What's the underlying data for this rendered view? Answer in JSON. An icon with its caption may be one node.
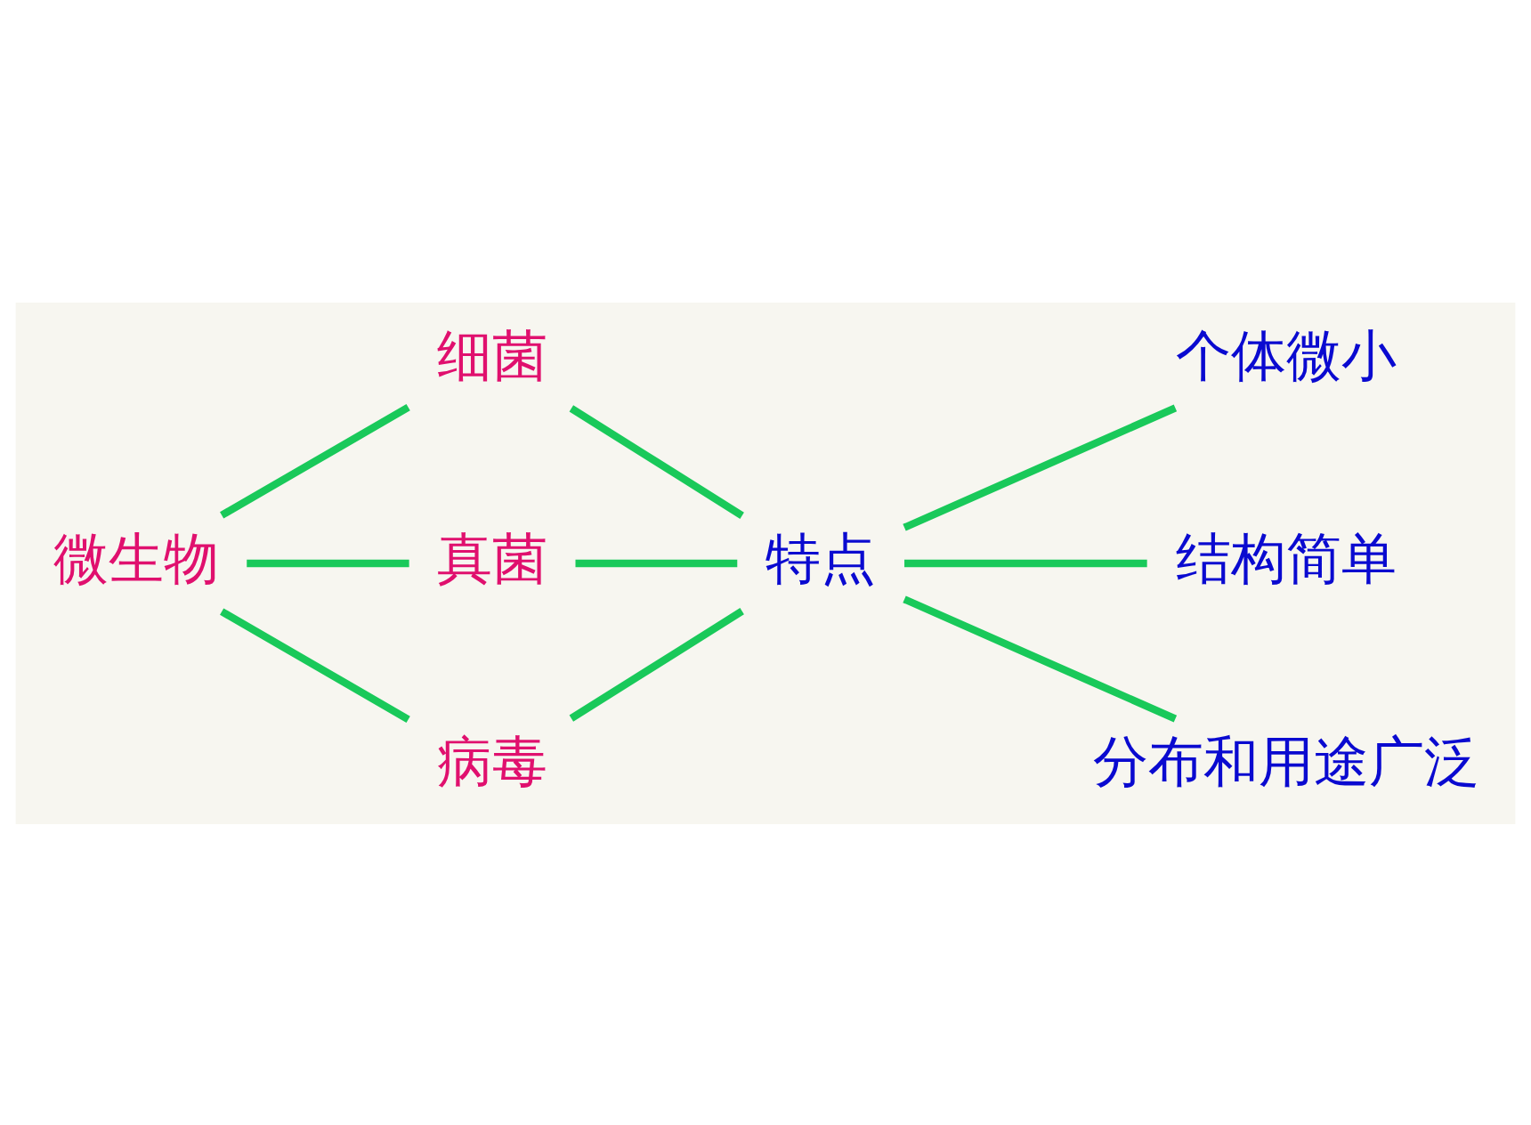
{
  "diagram": {
    "nodes": [
      {
        "text": [
          "微生物"
        ]
      },
      {
        "text": [
          "细菌"
        ]
      },
      {
        "text": [
          "真菌"
        ]
      },
      {
        "text": [
          "病毒"
        ]
      },
      {
        "text": [
          "特点"
        ]
      },
      {
        "text": [
          "个体微小"
        ]
      },
      {
        "text": [
          "结构简单"
        ]
      },
      {
        "text": [
          "分布和用途广泛"
        ]
      }
    ],
    "edges": [
      {
        "from": 0,
        "to": 1,
        "arrow": "none"
      },
      {
        "from": 0,
        "to": 2,
        "arrow": "none"
      },
      {
        "from": 0,
        "to": 3,
        "arrow": "none"
      },
      {
        "from": 1,
        "to": 4,
        "arrow": "none"
      },
      {
        "from": 2,
        "to": 4,
        "arrow": "none"
      },
      {
        "from": 3,
        "to": 4,
        "arrow": "none"
      },
      {
        "from": 4,
        "to": 5,
        "arrow": "none"
      },
      {
        "from": 4,
        "to": 6,
        "arrow": "none"
      },
      {
        "from": 4,
        "to": 7,
        "arrow": "none"
      }
    ]
  }
}
